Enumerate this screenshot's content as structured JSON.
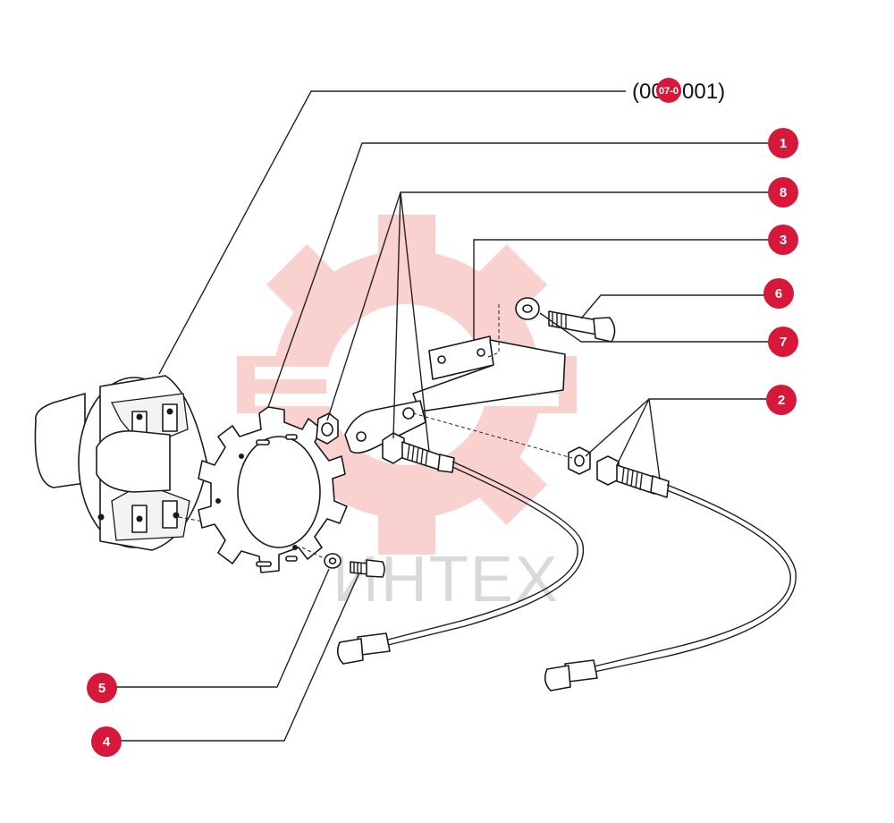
{
  "diagram": {
    "reference": "(007-001)",
    "reference_badge": "07-0",
    "watermark_text": "ИНТЕХ",
    "watermark_color": "#e8332b",
    "callout_color": "#d6193b",
    "callouts": [
      {
        "id": "callout-1",
        "label": "1"
      },
      {
        "id": "callout-8",
        "label": "8"
      },
      {
        "id": "callout-3",
        "label": "3"
      },
      {
        "id": "callout-6",
        "label": "6"
      },
      {
        "id": "callout-7",
        "label": "7"
      },
      {
        "id": "callout-2",
        "label": "2"
      },
      {
        "id": "callout-5",
        "label": "5"
      },
      {
        "id": "callout-4",
        "label": "4"
      }
    ]
  }
}
